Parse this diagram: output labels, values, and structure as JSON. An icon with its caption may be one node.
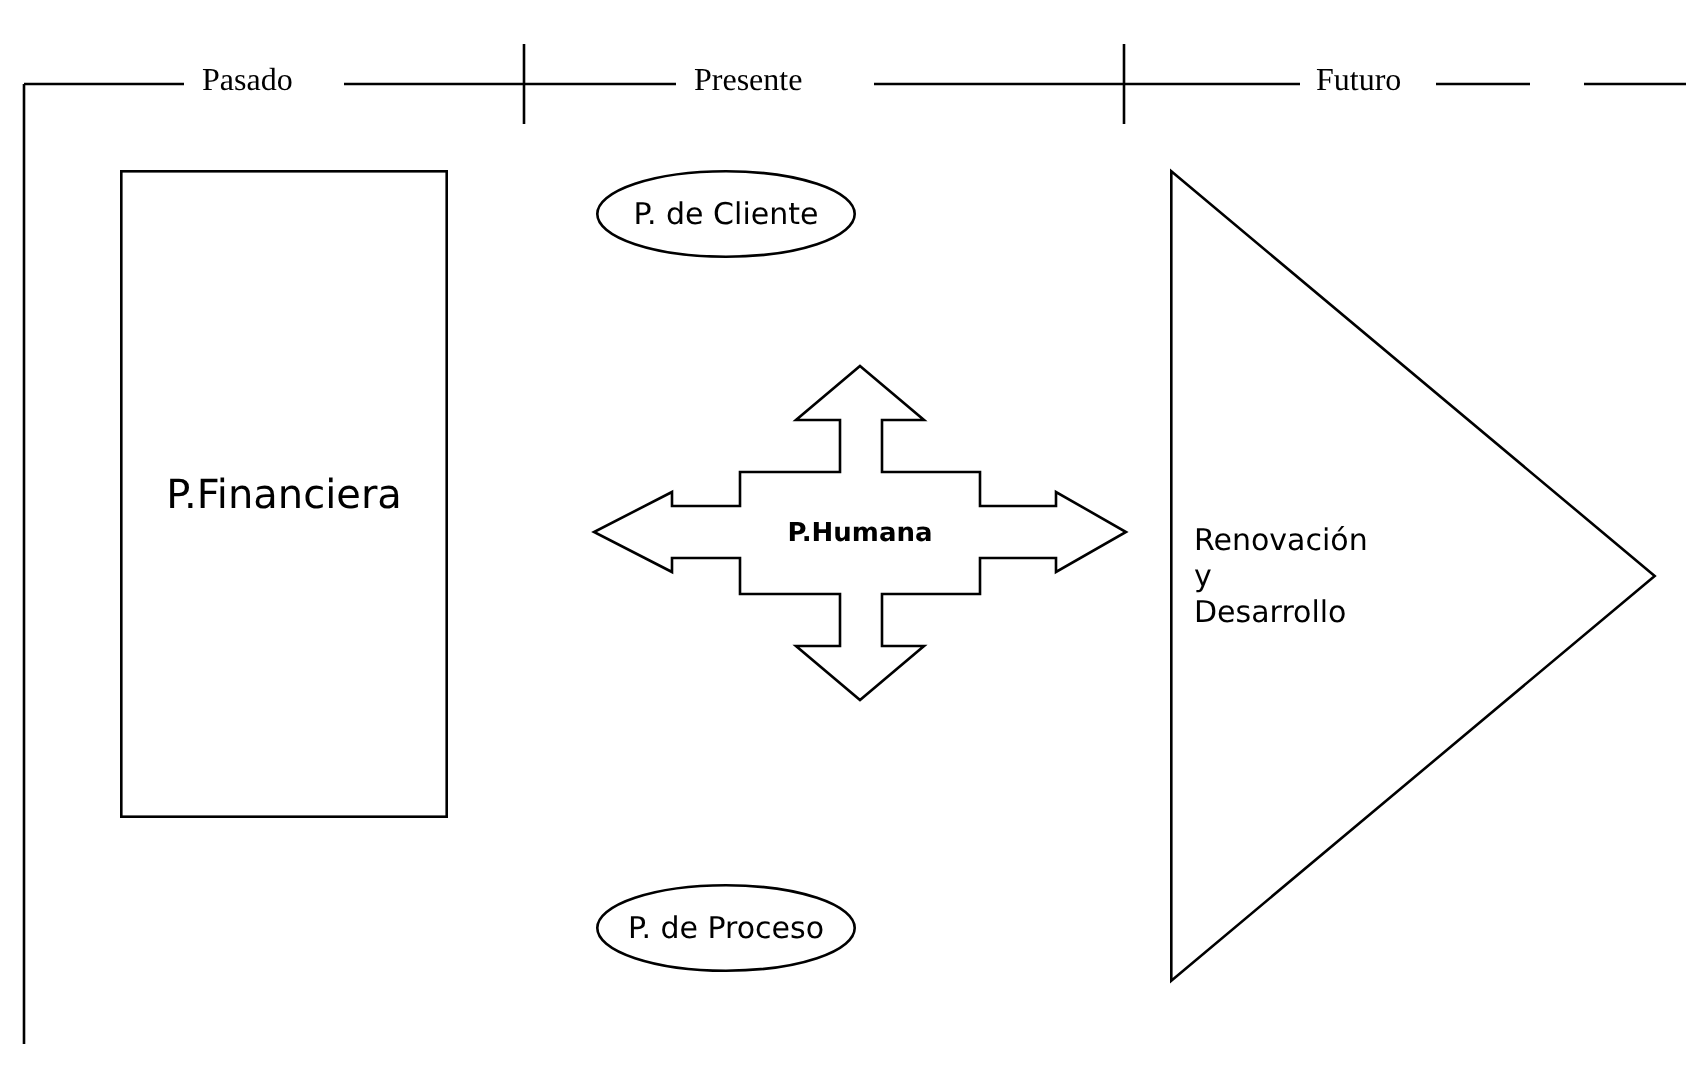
{
  "diagram": {
    "nodes": [
      {
        "text": [
          "P.Financiera"
        ]
      },
      {
        "text": [
          "P. de Cliente"
        ]
      },
      {
        "text": [
          "P.Humana"
        ]
      },
      {
        "text": [
          "P. de Proceso"
        ]
      },
      {
        "text": [
          "Renovación y Desarrollo"
        ]
      }
    ],
    "labels": [
      "Pasado",
      "Presente",
      "Futuro"
    ]
  }
}
